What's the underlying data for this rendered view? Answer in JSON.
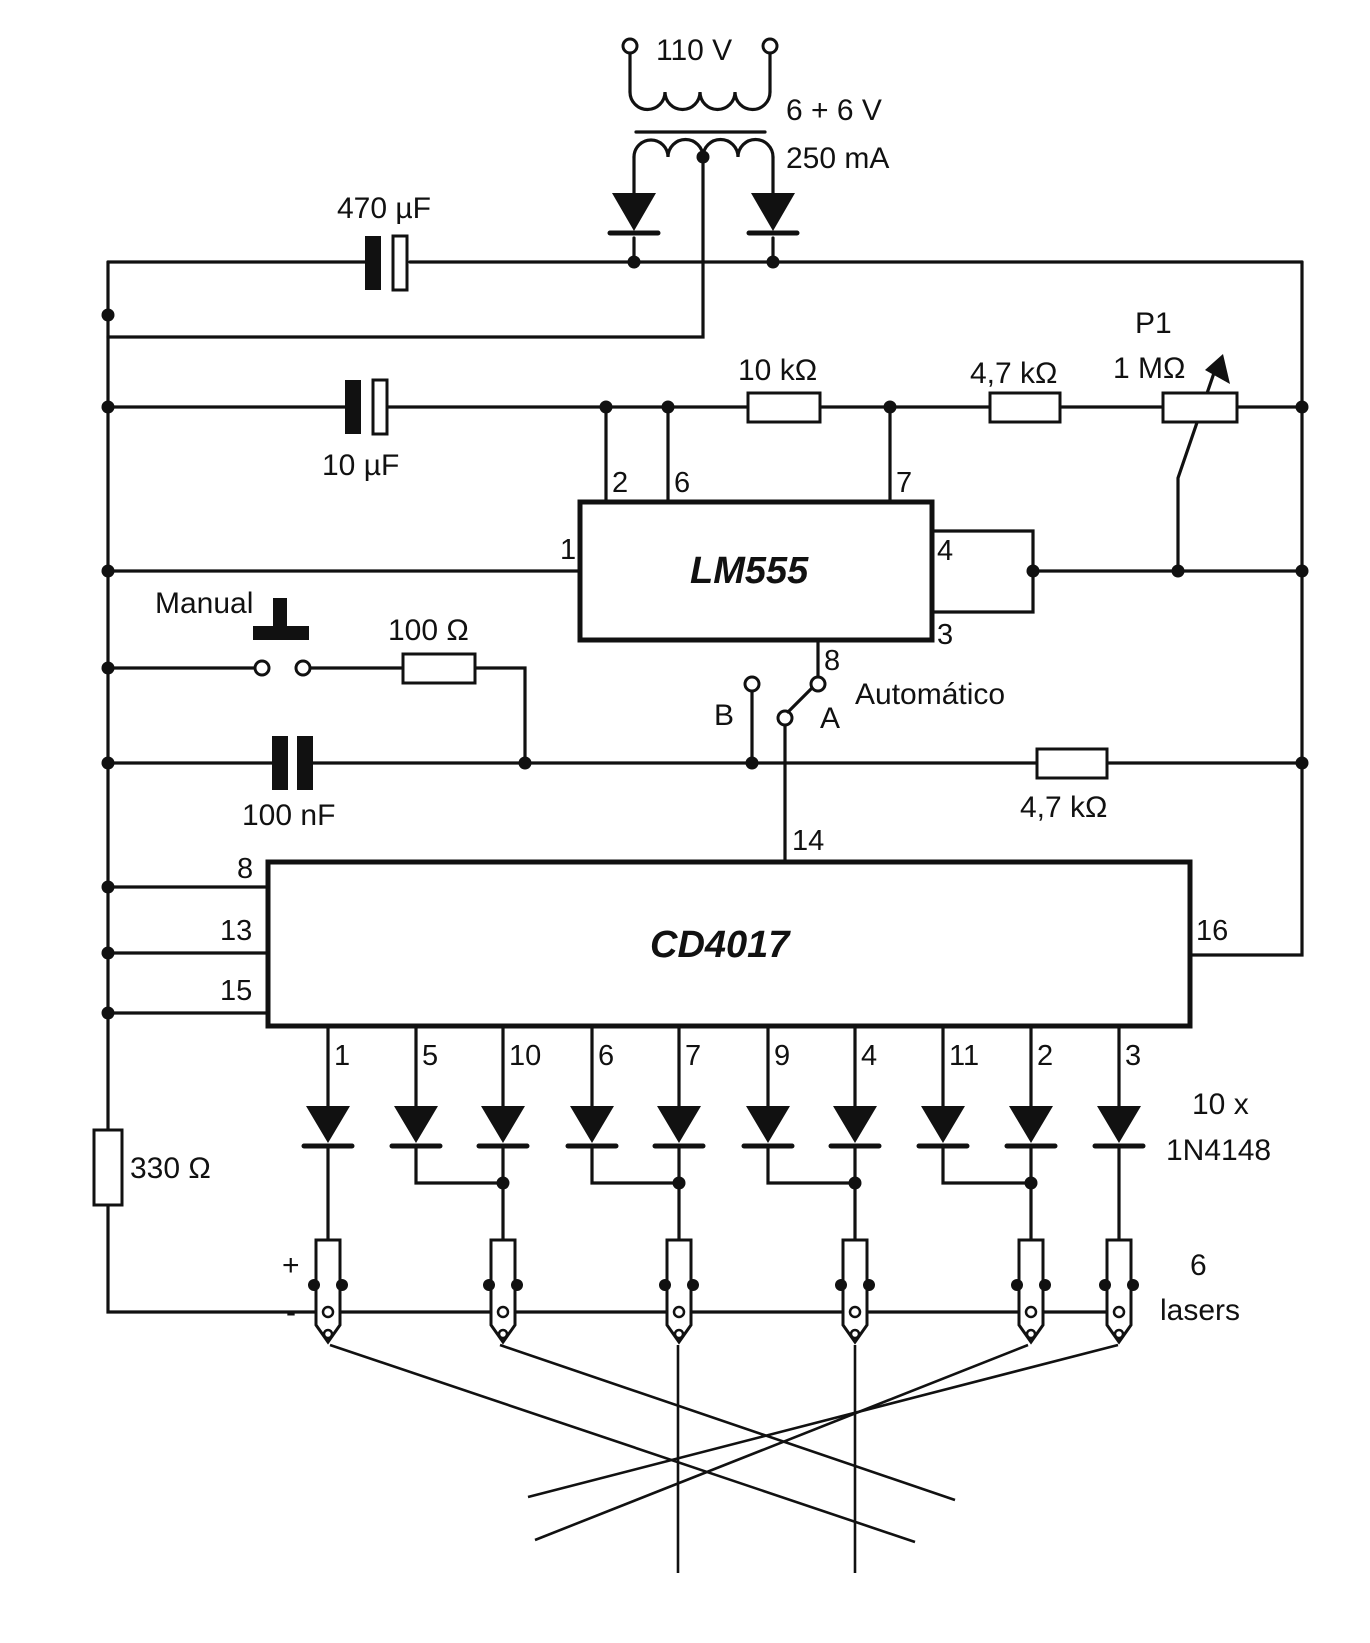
{
  "transformer": {
    "primary_label": "110 V",
    "secondary_label": "6 + 6 V",
    "current_label": "250 mA"
  },
  "capacitors": {
    "c1": "470  µF",
    "c2": "10  µF",
    "c3": "100 nF"
  },
  "resistors": {
    "r1": "10 kΩ",
    "r2": "4,7 kΩ",
    "r3": "100 Ω",
    "r4": "4,7 kΩ",
    "r5": "330 Ω"
  },
  "potentiometer": {
    "name": "P1",
    "value": "1 MΩ"
  },
  "switches": {
    "manual_label": "Manual",
    "auto_label": "Automático",
    "pos_a": "A",
    "pos_b": "B"
  },
  "lm555": {
    "name": "LM555",
    "pins": {
      "p1": "1",
      "p2": "2",
      "p3": "3",
      "p4": "4",
      "p6": "6",
      "p7": "7",
      "p8": "8"
    }
  },
  "cd4017": {
    "name": "CD4017",
    "pins": {
      "p8": "8",
      "p13": "13",
      "p14": "14",
      "p15": "15",
      "p16": "16"
    },
    "output_pins": [
      "1",
      "5",
      "10",
      "6",
      "7",
      "9",
      "4",
      "11",
      "2",
      "3"
    ]
  },
  "diodes": {
    "count_label": "10 x",
    "part_label": "1N4148"
  },
  "lasers": {
    "count_label": "6",
    "label": "lasers",
    "plus": "+",
    "minus": "-"
  }
}
